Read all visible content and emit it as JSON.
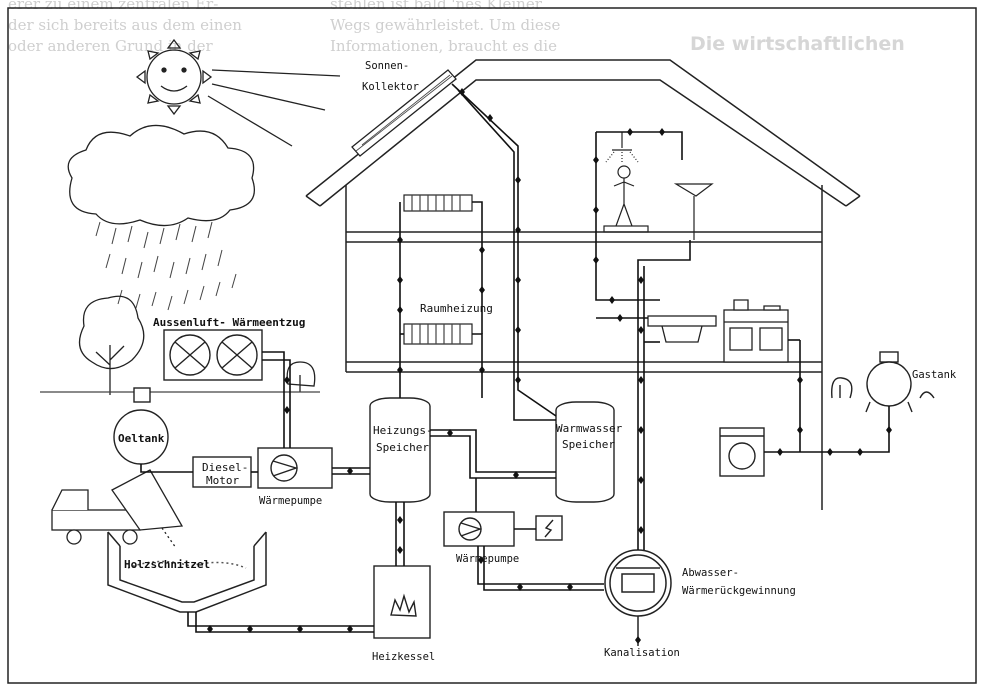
{
  "background_text": {
    "top_left_lines": [
      "erer zu einem zentralen Er-",
      "der sich bereits aus dem einen",
      "oder anderen Grund in der"
    ],
    "top_middle_lines": [
      "stehlen ist bald 'nes Kleiner",
      "Wegs gewährleistet. Um diese",
      "Informationen, braucht es die"
    ],
    "top_right_heading": "Die wirtschaftlichen"
  },
  "labels": {
    "solar_collector": "Sonnen-\nKollektor",
    "outdoor_air": "Aussenluft- Wärmeentzug",
    "room_heating": "Raumheizung",
    "oil_tank": "Oeltank",
    "diesel_motor": "Diesel-\nMotor",
    "heat_pump_1": "Wärmepumpe",
    "heating_storage": "Heizungs-\nSpeicher",
    "hot_water_storage": "Warmwasser\nSpeicher",
    "heat_pump_2": "Wärmepumpe",
    "wood_chips": "Holzschnitzel",
    "boiler": "Heizkessel",
    "waste_water": "Abwasser-\nWärmerückgewinnung",
    "sewer": "Kanalisation",
    "gas_tank": "Gastank"
  }
}
